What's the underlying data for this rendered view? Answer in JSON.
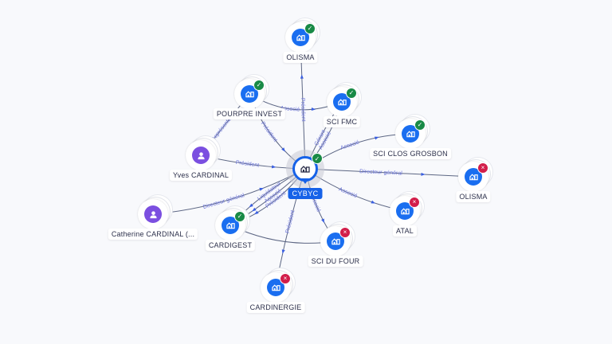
{
  "center": {
    "label": "CYBYC",
    "type": "company",
    "status": "active",
    "status_icon": "check-icon"
  },
  "nodes": [
    {
      "id": "olisma-top",
      "label": "OLISMA",
      "type": "company",
      "status": "active"
    },
    {
      "id": "pourpre-invest",
      "label": "POURPRE INVEST",
      "type": "company",
      "status": "active"
    },
    {
      "id": "sci-fmc",
      "label": "SCI FMC",
      "type": "company",
      "status": "active"
    },
    {
      "id": "sci-clos-grosbon",
      "label": "SCI CLOS GROSBON",
      "type": "company",
      "status": "active"
    },
    {
      "id": "olisma-right",
      "label": "OLISMA",
      "type": "company",
      "status": "closed"
    },
    {
      "id": "atal",
      "label": "ATAL",
      "type": "company",
      "status": "closed"
    },
    {
      "id": "yves-cardinal",
      "label": "Yves CARDINAL",
      "type": "person",
      "status": ""
    },
    {
      "id": "catherine-cardinal",
      "label": "Catherine CARDINAL (...",
      "type": "person",
      "status": ""
    },
    {
      "id": "cardigest",
      "label": "CARDIGEST",
      "type": "company",
      "status": "active"
    },
    {
      "id": "sci-du-four",
      "label": "SCI DU FOUR",
      "type": "company",
      "status": "closed"
    },
    {
      "id": "cardinergie",
      "label": "CARDINERGIE",
      "type": "company",
      "status": "closed"
    }
  ],
  "edges": [
    {
      "from": "center",
      "to": "olisma-top",
      "label": "Président"
    },
    {
      "from": "pourpre-invest",
      "to": "center",
      "label": "Président"
    },
    {
      "from": "yves-cardinal",
      "to": "pourpre-invest",
      "label": "Représentant"
    },
    {
      "from": "yves-cardinal",
      "to": "center",
      "label": "Président"
    },
    {
      "from": "center",
      "to": "sci-fmc",
      "label": "Gérant"
    },
    {
      "from": "center",
      "to": "sci-fmc",
      "label": "Associé"
    },
    {
      "from": "pourpre-invest",
      "to": "sci-fmc",
      "label": "Associé"
    },
    {
      "from": "center",
      "to": "sci-clos-grosbon",
      "label": "Associé"
    },
    {
      "from": "center",
      "to": "olisma-right",
      "label": "Directeur général"
    },
    {
      "from": "center",
      "to": "atal",
      "label": "Associé"
    },
    {
      "from": "catherine-cardinal",
      "to": "center",
      "label": "Directeur général"
    },
    {
      "from": "center",
      "to": "cardigest",
      "label": "Liquidateur"
    },
    {
      "from": "center",
      "to": "cardigest",
      "label": "Associé"
    },
    {
      "from": "center",
      "to": "cardigest",
      "label": "Président"
    },
    {
      "from": "center",
      "to": "sci-du-four",
      "label": "Associé"
    },
    {
      "from": "center",
      "to": "cardinergie",
      "label": "Président"
    },
    {
      "from": "cardigest",
      "to": "sci-du-four",
      "label": ""
    }
  ],
  "status_icons": {
    "active": "✓",
    "closed": "×"
  },
  "colors": {
    "company": "#1a6ef0",
    "person": "#7b4fe0",
    "active": "#198a46",
    "closed": "#d21e4a",
    "center": "#1662e8",
    "edge_label": "#6a73d9"
  }
}
